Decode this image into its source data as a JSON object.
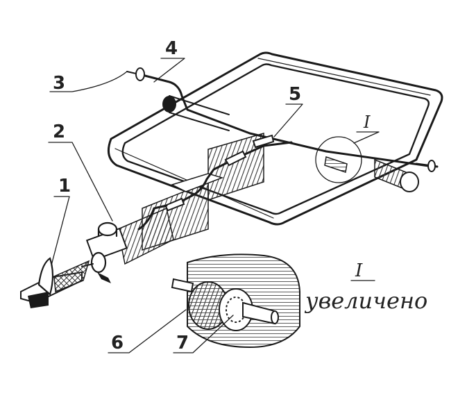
{
  "labels": {
    "l1": "1",
    "l2": "2",
    "l3": "3",
    "l4": "4",
    "l5": "5",
    "l6": "6",
    "l7": "7",
    "detail_marker": "I",
    "detail_marker_inset": "I",
    "detail_caption": "увеличено"
  },
  "colors": {
    "ink": "#1a1a1a",
    "paper": "#ffffff",
    "hatch": "#333333"
  }
}
